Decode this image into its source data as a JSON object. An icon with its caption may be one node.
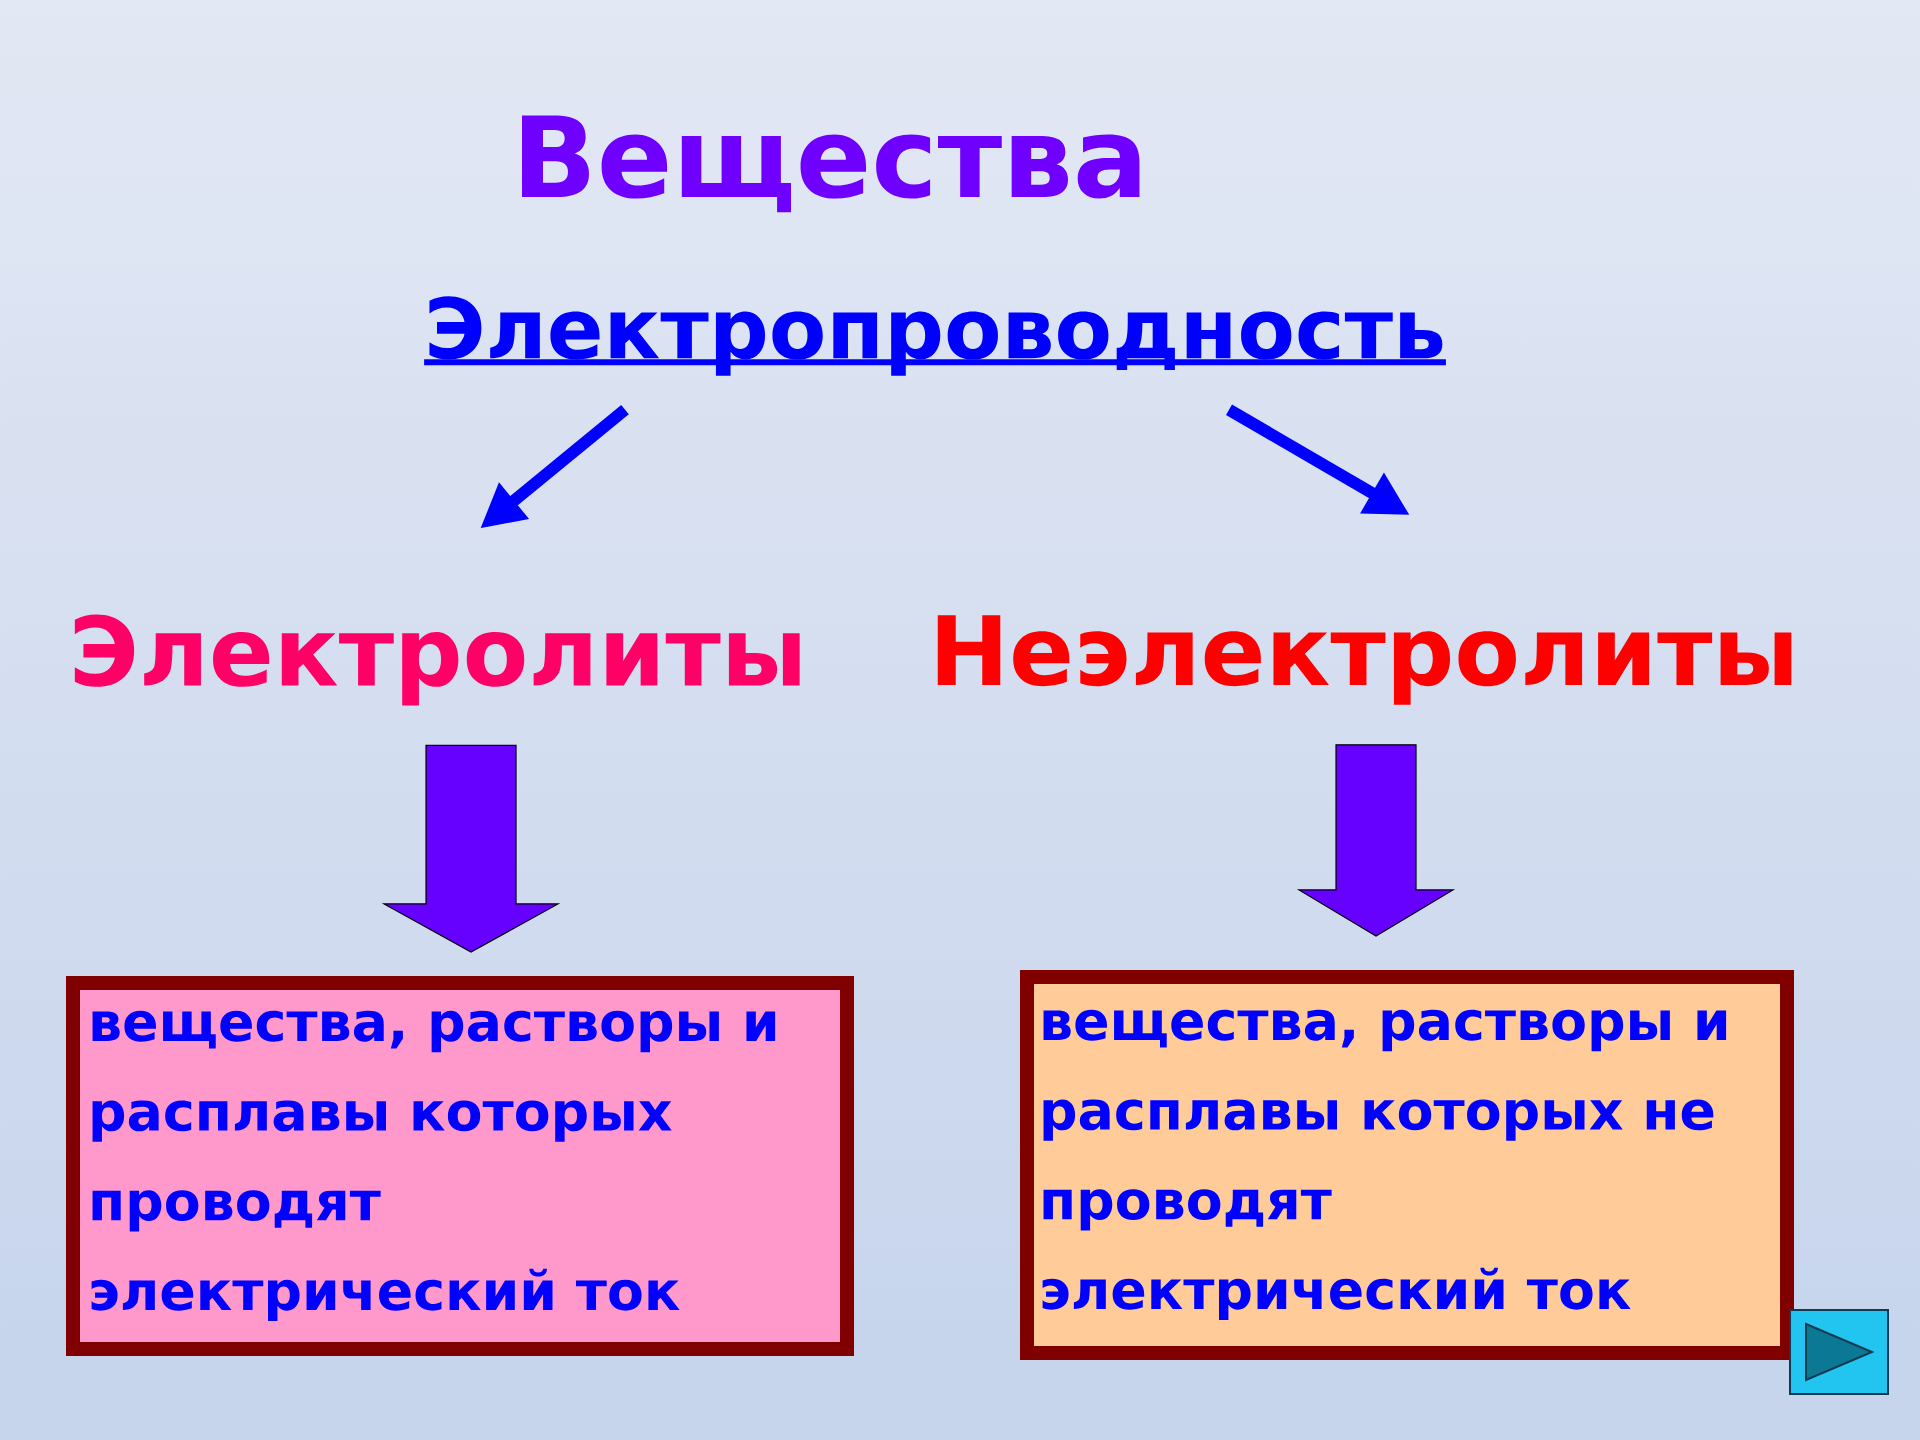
{
  "diagram": {
    "title": "Вещества",
    "nodes": [
      {
        "text": [
          "Электропроводность"
        ]
      },
      {
        "text": [
          "Электролиты"
        ]
      },
      {
        "text": [
          "Неэлектролиты"
        ]
      },
      {
        "text": [
          "вещества, растворы и расплавы которых проводят электрический ток"
        ]
      },
      {
        "text": [
          "вещества, растворы и расплавы которых не проводят электрический ток"
        ]
      }
    ],
    "edges": [
      {
        "from": 0,
        "to": 1,
        "arrow": "to",
        "color": "#0000ff"
      },
      {
        "from": 0,
        "to": 2,
        "arrow": "to",
        "color": "#0000ff"
      },
      {
        "from": 1,
        "to": 3,
        "arrow": "to",
        "style": "thick",
        "color": "#6600ff"
      },
      {
        "from": 2,
        "to": 4,
        "arrow": "to",
        "style": "thick",
        "color": "#6600ff"
      }
    ]
  }
}
